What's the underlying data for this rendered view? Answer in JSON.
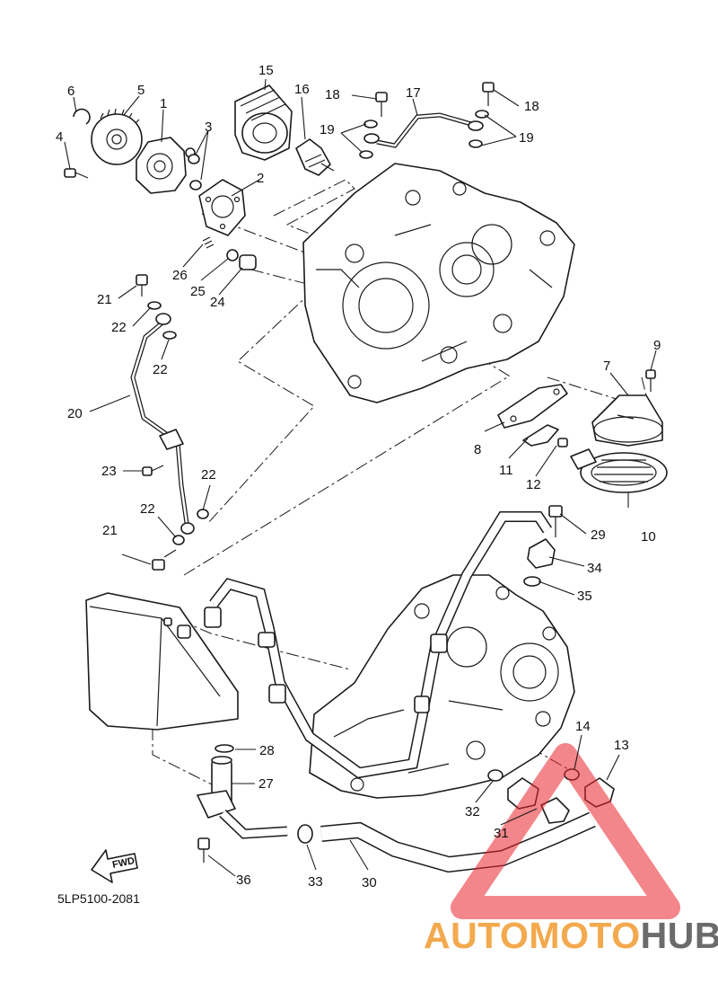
{
  "diagram_code": "5LP5100-2081",
  "fwd_label": "FWD",
  "watermark": {
    "part_a": "AUTOMOTO",
    "part_b": "HUB",
    "color_a": "#f3a94d",
    "color_b": "#6b6b6b",
    "triangle_color": "#e8222a"
  },
  "callouts": [
    "1",
    "2",
    "3",
    "4",
    "5",
    "6",
    "7",
    "8",
    "9",
    "10",
    "11",
    "12",
    "13",
    "14",
    "15",
    "16",
    "17",
    "18",
    "18",
    "19",
    "19",
    "20",
    "21",
    "21",
    "22",
    "22",
    "22",
    "22",
    "23",
    "24",
    "25",
    "26",
    "27",
    "28",
    "29",
    "30",
    "31",
    "32",
    "33",
    "34",
    "35",
    "36"
  ]
}
